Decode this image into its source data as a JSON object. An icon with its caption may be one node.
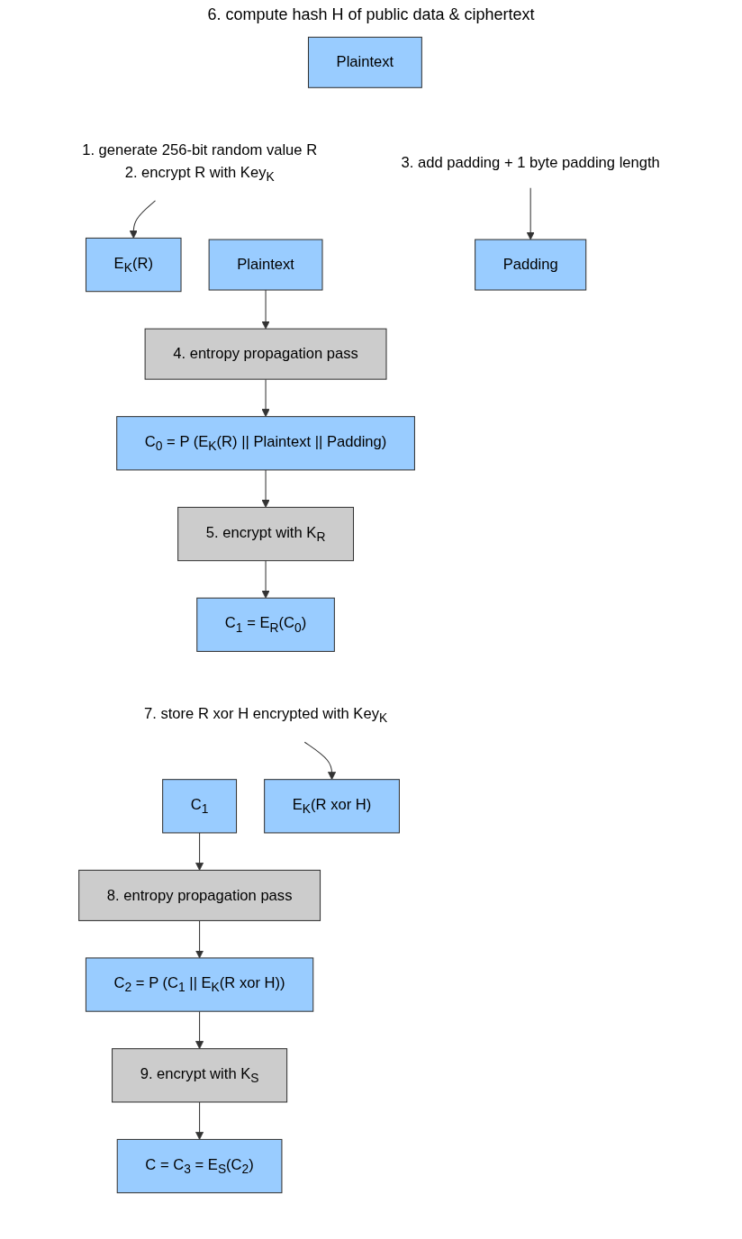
{
  "diagram": {
    "nodes": [
      {
        "text": [
          "Plaintext"
        ]
      },
      {
        "text": [
          "1. generate 256-bit random value R",
          "2. encrypt R with Key$_{K}$"
        ]
      },
      {
        "text": [
          "3. add padding + 1 byte padding length"
        ]
      },
      {
        "text": [
          "E$_{K}$(R)"
        ]
      },
      {
        "text": [
          "Plaintext"
        ]
      },
      {
        "text": [
          "Padding"
        ]
      },
      {
        "text": [
          "4. entropy propagation pass"
        ]
      },
      {
        "text": [
          "C$_{0}$ = P (E$_{K}$(R) || Plaintext || Padding)"
        ]
      },
      {
        "text": [
          "5. encrypt with K$_{R}$"
        ]
      },
      {
        "text": [
          "C$_{1}$ = E$_{R}$(C$_{0}$)"
        ]
      },
      {
        "text": [
          "7. store R xor H encrypted with Key$_{K}$"
        ]
      },
      {
        "text": [
          "C$_{1}$"
        ]
      },
      {
        "text": [
          "E$_{K}$(R xor H)"
        ]
      },
      {
        "text": [
          "8. entropy propagation pass"
        ]
      },
      {
        "text": [
          "C$_{2}$ = P (C$_{1}$ || E$_{K}$(R xor H))"
        ]
      },
      {
        "text": [
          "9. encrypt with K$_{S}$"
        ]
      },
      {
        "text": [
          "C = C$_{3}$ = E$_{S}$(C$_{2}$)"
        ]
      }
    ],
    "edges": [
      {
        "from": 1,
        "to": 3,
        "arrow": "to"
      },
      {
        "from": 2,
        "to": 5,
        "arrow": "to"
      },
      {
        "from": 4,
        "to": 6,
        "arrow": "to"
      },
      {
        "from": 6,
        "to": 7,
        "arrow": "to"
      },
      {
        "from": 7,
        "to": 8,
        "arrow": "to"
      },
      {
        "from": 8,
        "to": 9,
        "arrow": "to"
      },
      {
        "from": 10,
        "to": 12,
        "arrow": "to"
      },
      {
        "from": 11,
        "to": 13,
        "arrow": "to"
      },
      {
        "from": 13,
        "to": 14,
        "arrow": "to"
      },
      {
        "from": 14,
        "to": 15,
        "arrow": "to"
      },
      {
        "from": 15,
        "to": 16,
        "arrow": "to"
      }
    ],
    "labels": [
      "6. compute hash H of public data & ciphertext"
    ]
  }
}
